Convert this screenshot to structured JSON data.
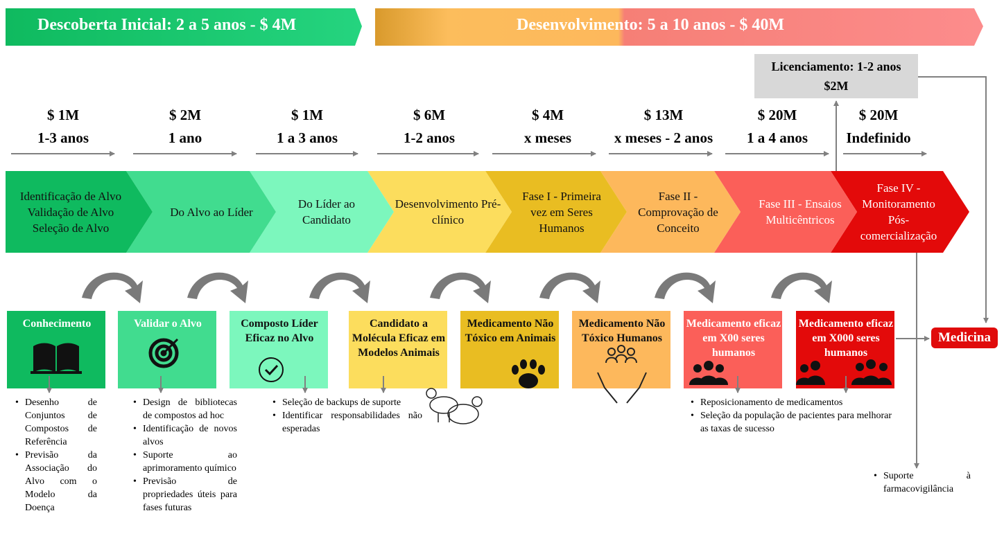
{
  "banners": {
    "discovery": "Descoberta Inicial: 2 a 5 anos - $ 4M",
    "development": "Desenvolvimento: 5 a 10 anos - $ 40M"
  },
  "licensing": {
    "line1": "Licenciamento: 1-2 anos",
    "line2": "$2M"
  },
  "costs": [
    {
      "cost": "$ 1M",
      "time": "1-3 anos"
    },
    {
      "cost": "$ 2M",
      "time": "1 ano"
    },
    {
      "cost": "$ 1M",
      "time": "1 a 3 anos"
    },
    {
      "cost": "$ 6M",
      "time": "1-2 anos"
    },
    {
      "cost": "$ 4M",
      "time": "x meses"
    },
    {
      "cost": "$ 13M",
      "time": "x meses - 2 anos"
    },
    {
      "cost": "$ 20M",
      "time": "1 a 4 anos"
    },
    {
      "cost": "$ 20M",
      "time": "Indefinido"
    }
  ],
  "stages": [
    {
      "label": "Identificação de Alvo Validação de Alvo Seleção de Alvo",
      "color": "#0fba5f"
    },
    {
      "label": "Do Alvo ao Líder",
      "color": "#41dc8f"
    },
    {
      "label": "Do Líder ao Candidato",
      "color": "#7cf7bd"
    },
    {
      "label": "Desenvolvimento Pré-clínico",
      "color": "#fcdd5d"
    },
    {
      "label": "Fase I - Primeira vez em Seres Humanos",
      "color": "#e9bd22"
    },
    {
      "label": "Fase II - Comprovação de Conceito",
      "color": "#fdb85c"
    },
    {
      "label": "Fase III - Ensaios Multicêntricos",
      "color": "#fb5f59"
    },
    {
      "label": "Fase IV - Monitoramento Pós-comercialização",
      "color": "#e30a0a"
    }
  ],
  "outcomes": [
    {
      "title": "Conhecimento",
      "icon": "open-book-icon",
      "color": "#0fba5f",
      "text_color": "#ffffff"
    },
    {
      "title": "Validar o Alvo",
      "icon": "target-icon",
      "color": "#41dc8f",
      "text_color": "#ffffff"
    },
    {
      "title": "Composto Líder Eficaz no Alvo",
      "icon": "check-circle-icon",
      "color": "#7cf7bd",
      "text_color": "#111111"
    },
    {
      "title": "Candidato a Molécula Eficaz em Modelos Animais",
      "icon": "animals-icon",
      "color": "#fcdd5d",
      "text_color": "#111111"
    },
    {
      "title": "Medicamento Não Tóxico em Animais",
      "icon": "paw-icon",
      "color": "#e9bd22",
      "text_color": "#111111"
    },
    {
      "title": "Medicamento Não Tóxico Humanos",
      "icon": "people-hands-icon",
      "color": "#fdb85c",
      "text_color": "#111111"
    },
    {
      "title": "Medicamento eficaz em X00 seres humanos",
      "icon": "people-icon",
      "color": "#fb5f59",
      "text_color": "#ffffff"
    },
    {
      "title": "Medicamento eficaz em X000 seres humanos",
      "icon": "crowd-icon",
      "color": "#e30a0a",
      "text_color": "#ffffff"
    }
  ],
  "final": "Medicina",
  "notes": {
    "knowledge": [
      "Desenho de Conjuntos de Compostos de Referência",
      "Previsão da Associação do Alvo com o Modelo da Doença"
    ],
    "validate": [
      "Design de bibliotecas de compostos ad hoc",
      "Identificação de novos alvos",
      "Suporte ao aprimoramento químico",
      "Previsão de propriedades úteis para fases futuras"
    ],
    "lead": [
      "Seleção de backups de suporte",
      "Identificar responsabilidades não esperadas"
    ],
    "phase3": [
      "Reposicionamento de medicamentos",
      "Seleção da população de pacientes para melhorar as taxas de sucesso"
    ],
    "phase4": [
      "Suporte à farmacovigilância"
    ]
  }
}
